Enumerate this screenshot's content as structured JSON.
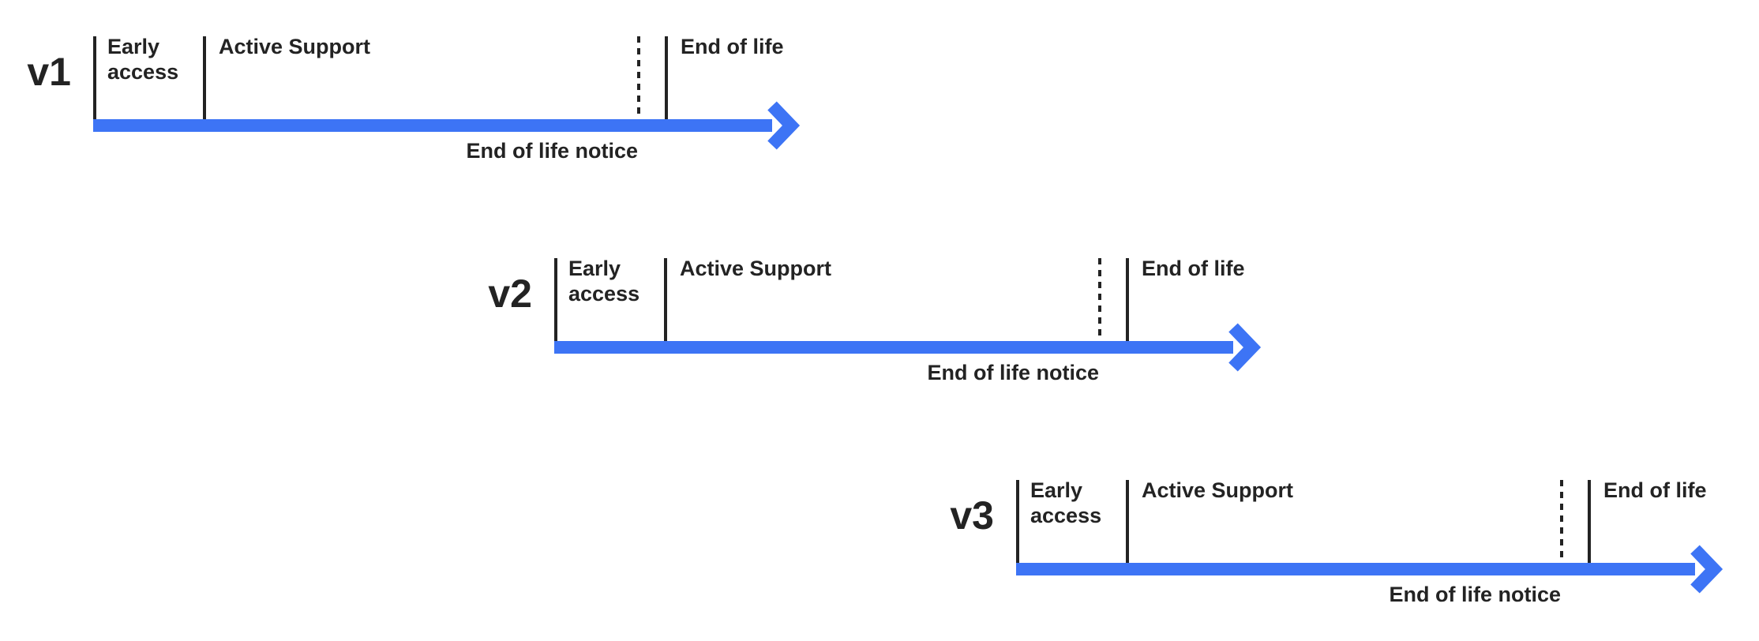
{
  "colors": {
    "accent_blue": "#3D74F5",
    "ink": "#232323"
  },
  "timelines": [
    {
      "version": "v1",
      "phases": {
        "early_access": "Early\naccess",
        "active_support": "Active Support",
        "end_of_life": "End of life",
        "end_of_life_notice": "End of life notice"
      }
    },
    {
      "version": "v2",
      "phases": {
        "early_access": "Early\naccess",
        "active_support": "Active Support",
        "end_of_life": "End of life",
        "end_of_life_notice": "End of life notice"
      }
    },
    {
      "version": "v3",
      "phases": {
        "early_access": "Early\naccess",
        "active_support": "Active Support",
        "end_of_life": "End of life",
        "end_of_life_notice": "End of life notice"
      }
    }
  ]
}
